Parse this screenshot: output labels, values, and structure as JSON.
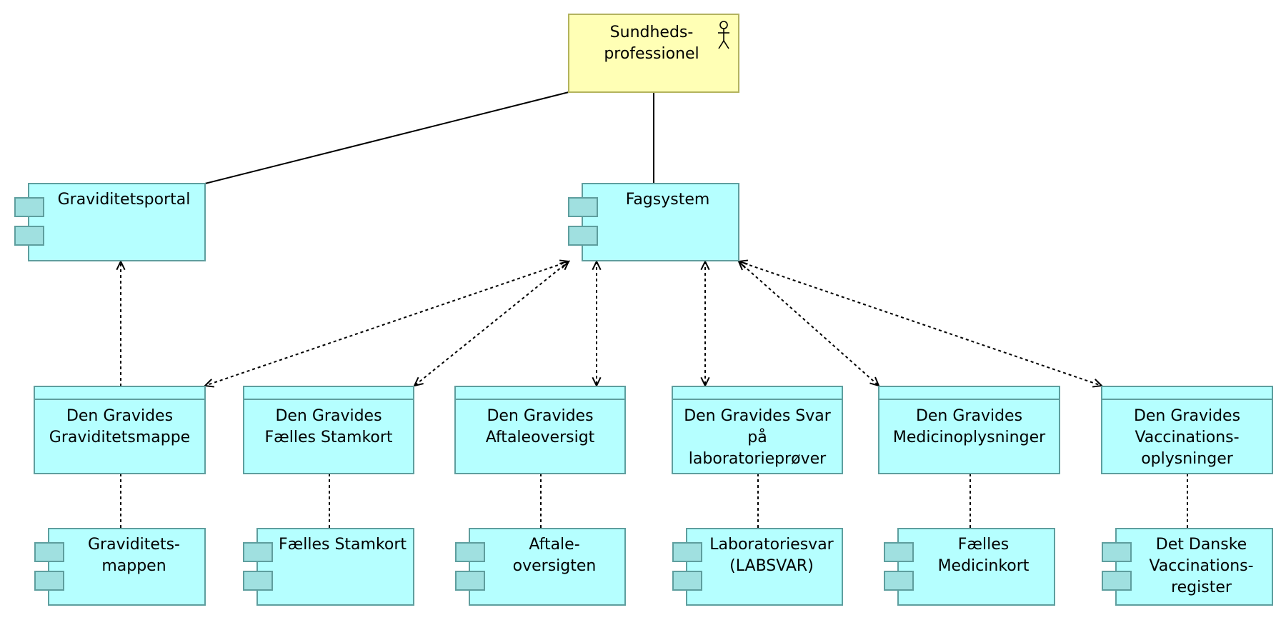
{
  "colors": {
    "actor_fill": "#ffffb5",
    "actor_stroke": "#b3b35e",
    "component_fill": "#b5ffff",
    "component_stroke": "#5e9e9e",
    "component_tab_fill": "#a0e0e0",
    "line": "#000000"
  },
  "actor": {
    "lines": [
      "Sundheds-",
      "professionel"
    ],
    "icon": "stick-figure-icon"
  },
  "applications": [
    {
      "id": "graviditetsportal",
      "lines": [
        "Graviditetsportal"
      ]
    },
    {
      "id": "fagsystem",
      "lines": [
        "Fagsystem"
      ]
    }
  ],
  "data_objects": [
    {
      "id": "graviditetsmappe-data",
      "lines": [
        "Den Gravides",
        "Graviditetsmappe"
      ]
    },
    {
      "id": "stamkort-data",
      "lines": [
        "Den Gravides",
        "Fælles Stamkort"
      ]
    },
    {
      "id": "aftaleoversigt-data",
      "lines": [
        "Den Gravides",
        "Aftaleoversigt"
      ]
    },
    {
      "id": "labsvar-data",
      "lines": [
        "Den Gravides Svar",
        "på",
        "laboratorieprøver"
      ]
    },
    {
      "id": "medicin-data",
      "lines": [
        "Den Gravides",
        "Medicinoplysninger"
      ]
    },
    {
      "id": "vaccination-data",
      "lines": [
        "Den Gravides",
        "Vaccinations-",
        "oplysninger"
      ]
    }
  ],
  "source_systems": [
    {
      "id": "graviditetsmappen",
      "lines": [
        "Graviditets-",
        "mappen"
      ]
    },
    {
      "id": "faelles-stamkort",
      "lines": [
        "Fælles Stamkort"
      ]
    },
    {
      "id": "aftaleoversigten",
      "lines": [
        "Aftale-",
        "oversigten"
      ]
    },
    {
      "id": "labsvar",
      "lines": [
        "Laboratoriesvar",
        "(LABSVAR)"
      ]
    },
    {
      "id": "medicinkort",
      "lines": [
        "Fælles",
        "Medicinkort"
      ]
    },
    {
      "id": "vaccinationsregister",
      "lines": [
        "Det Danske",
        "Vaccinations-",
        "register"
      ]
    }
  ]
}
